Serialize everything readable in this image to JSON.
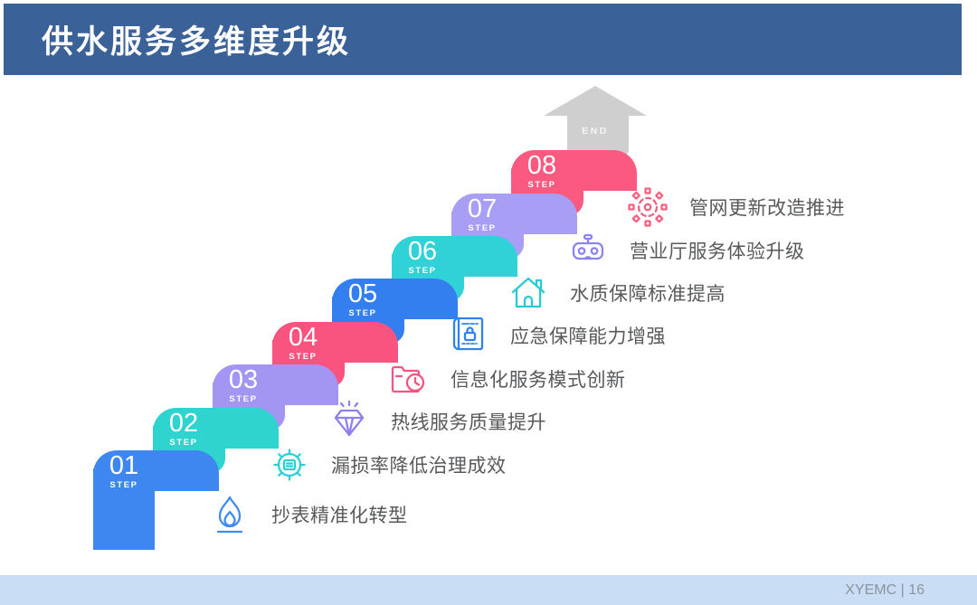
{
  "slide": {
    "title": "供水服务多维度升级",
    "end_label": "END",
    "step_word": "STEP",
    "footer_text": "XYEMC | 16",
    "colors": {
      "header_bg": "#3b6298",
      "footer_bg": "#c9def4",
      "footer_text": "#8c939e",
      "arrow": "#cfcfcf",
      "arrow_label": "#f5f5f5",
      "label_text": "#57595b"
    },
    "steps": [
      {
        "num": "01",
        "label": "抄表精准化转型",
        "color": "#3e87f1",
        "icon": "flame-icon",
        "icon_color": "#3f8df2"
      },
      {
        "num": "02",
        "label": "漏损率降低治理成效",
        "color": "#2fd4cf",
        "icon": "gear-document-icon",
        "icon_color": "#2bcfd4"
      },
      {
        "num": "03",
        "label": "热线服务质量提升",
        "color": "#a396f2",
        "icon": "diamond-icon",
        "icon_color": "#8f80f0"
      },
      {
        "num": "04",
        "label": "信息化服务模式创新",
        "color": "#f9547f",
        "icon": "folder-clock-icon",
        "icon_color": "#f4557f"
      },
      {
        "num": "05",
        "label": "应急保障能力增强",
        "color": "#347ff0",
        "icon": "book-lock-icon",
        "icon_color": "#2f83ee"
      },
      {
        "num": "06",
        "label": "水质保障标准提高",
        "color": "#30d2d8",
        "icon": "house-icon",
        "icon_color": "#27cbd8"
      },
      {
        "num": "07",
        "label": "营业厅服务体验升级",
        "color": "#a89ef6",
        "icon": "vr-goggles-icon",
        "icon_color": "#8a85f2"
      },
      {
        "num": "08",
        "label": "管网更新改造推进",
        "color": "#fa5a80",
        "icon": "network-gear-icon",
        "icon_color": "#f4607f"
      }
    ]
  }
}
